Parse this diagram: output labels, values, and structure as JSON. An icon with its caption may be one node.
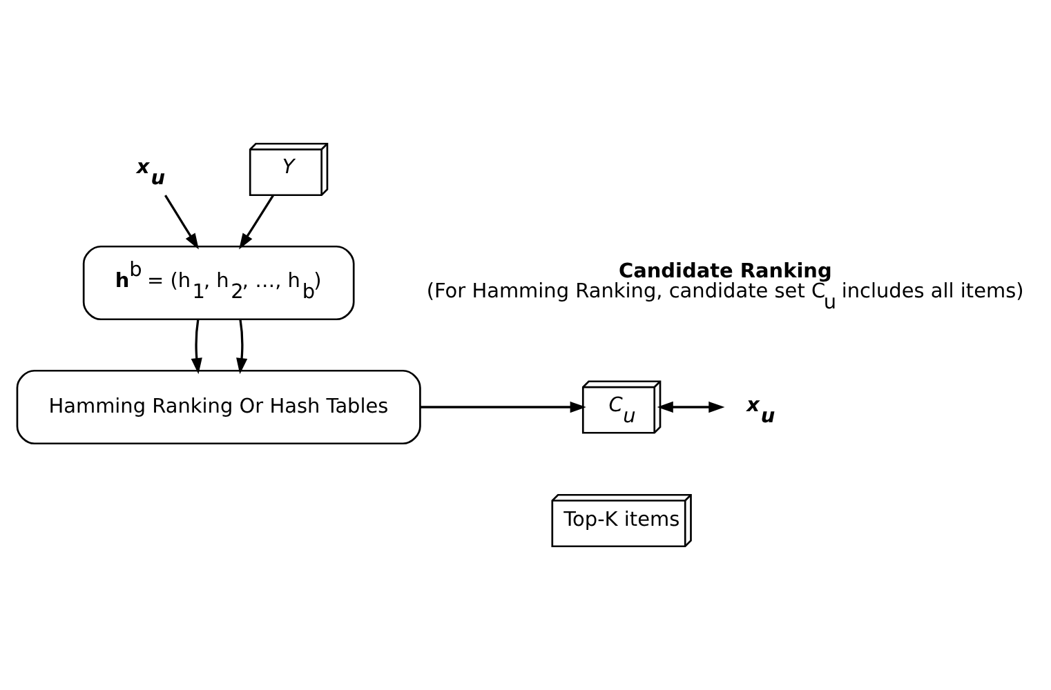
{
  "diagram": {
    "nodes": [
      {
        "text": [
          "x$_{u}$"
        ]
      },
      {
        "text": [
          "Y"
        ]
      },
      {
        "text": [
          "**h**$^{b}$ = (h$_{1}$, h$_{2}$, …, h$_{b}$)"
        ]
      },
      {
        "text": [
          "Hamming Ranking Or Hash Tables"
        ]
      },
      {
        "text": [
          "C$_{u}$"
        ]
      },
      {
        "text": [
          "x$_{u}$"
        ]
      },
      {
        "text": [
          "Top-K items"
        ]
      }
    ],
    "edges": [
      {
        "from": 0,
        "to": 2,
        "arrow": "to"
      },
      {
        "from": 1,
        "to": 2,
        "arrow": "to"
      },
      {
        "from": 2,
        "to": 3,
        "arrow": "to"
      },
      {
        "from": 2,
        "to": 3,
        "arrow": "to"
      },
      {
        "from": 3,
        "to": 4,
        "arrow": "to"
      },
      {
        "from": 4,
        "to": 5,
        "arrow": "both"
      }
    ],
    "labels": [
      "Candidate Ranking",
      "(For Hamming Ranking, candidate set C$_{u}$ includes all items)"
    ]
  }
}
